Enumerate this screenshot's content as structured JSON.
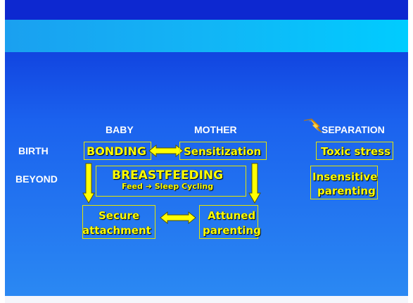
{
  "columns": {
    "baby": "BABY",
    "mother": "MOTHER",
    "separation": "SEPARATION"
  },
  "rows": {
    "birth": "BIRTH",
    "beyond": "BEYOND"
  },
  "nodes": {
    "bonding": "BONDING",
    "sensitization": "Sensitization",
    "toxic_stress": "Toxic stress",
    "breastfeeding": "BREASTFEEDING",
    "breastfeeding_sub": "Feed ➔ Sleep Cycling",
    "insensitive_l1": "Insensitive",
    "insensitive_l2": "parenting",
    "secure_l1": "Secure",
    "secure_l2": "attachment",
    "attuned_l1": "Attuned",
    "attuned_l2": "parenting"
  },
  "colors": {
    "text_yellow": "#ffff00",
    "arrow_yellow": "#ffff00",
    "background_blue": "#1b62ee",
    "header_cyan": "#00ccff",
    "lightning": "#f5b01a"
  },
  "icons": {
    "separation": "lightning-bolt-icon"
  }
}
